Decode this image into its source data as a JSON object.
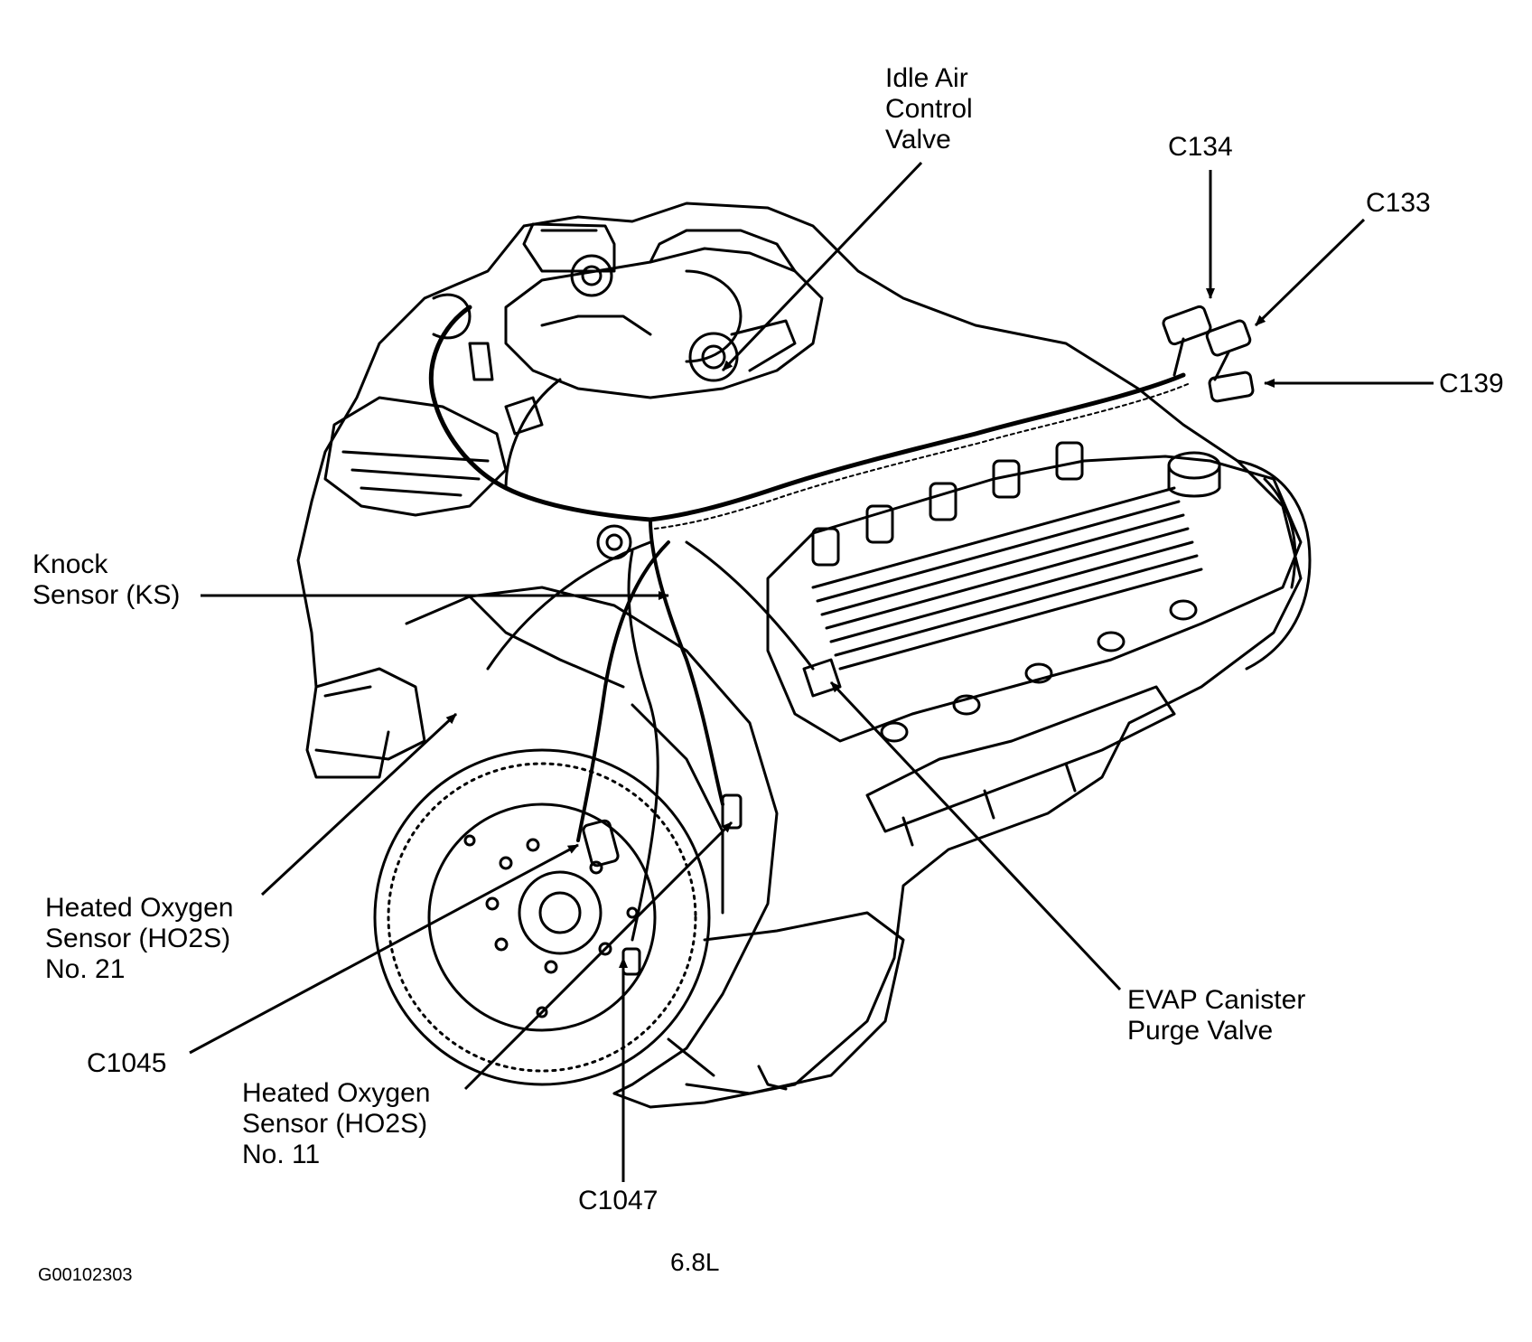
{
  "labels": {
    "idle_air": [
      "Idle Air",
      "Control",
      "Valve"
    ],
    "c134": "C134",
    "c133": "C133",
    "c139": "C139",
    "knock": [
      "Knock",
      "Sensor (KS)"
    ],
    "ho2s_21": [
      "Heated Oxygen",
      "Sensor (HO2S)",
      "No. 21"
    ],
    "c1045": "C1045",
    "ho2s_11": [
      "Heated Oxygen",
      "Sensor (HO2S)",
      "No. 11"
    ],
    "c1047": "C1047",
    "evap": [
      "EVAP Canister",
      "Purge Valve"
    ]
  },
  "caption": "6.8L",
  "figure_id": "G00102303",
  "colors": {
    "ink": "#000000",
    "paper": "#ffffff"
  }
}
